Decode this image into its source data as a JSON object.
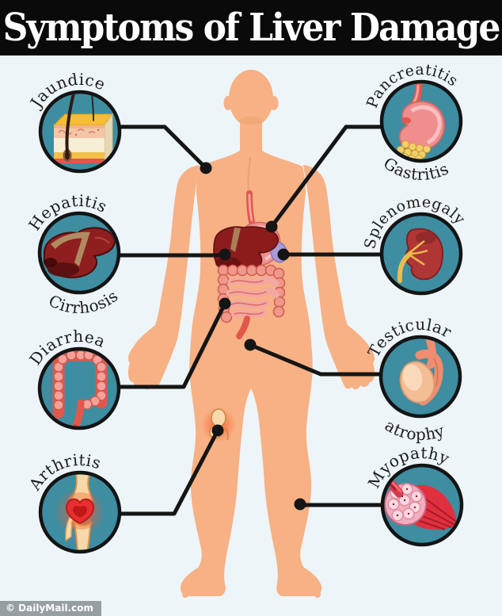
{
  "header": {
    "title": "Symptoms of Liver Damage"
  },
  "footer": {
    "watermark": "© DailyMail.com"
  },
  "colors": {
    "background": "#edf5f9",
    "banner": "#0a0a0a",
    "circle_fill": "#3e8da1",
    "circle_border": "#141414",
    "connector": "#151515",
    "skin": "#f7b184",
    "label_text": "#1b1b1b"
  },
  "callouts": {
    "left": [
      {
        "id": "jaundice",
        "label": "Jaundice",
        "icon": "skin-cross-section-icon"
      },
      {
        "id": "hepatitis-cirrhosis",
        "label": "Hepatitis",
        "label_bottom": "Cirrhosis",
        "icon": "liver-icon"
      },
      {
        "id": "diarrhea",
        "label": "Diarrhea",
        "icon": "large-intestine-icon"
      },
      {
        "id": "arthritis",
        "label": "Arthritis",
        "icon": "inflamed-joint-icon"
      }
    ],
    "right": [
      {
        "id": "pancreatitis-gastritis",
        "label": "Pancreatitis",
        "label_bottom": "Gastritis",
        "icon": "stomach-pancreas-icon"
      },
      {
        "id": "splenomegaly",
        "label": "Splenomegaly",
        "icon": "spleen-kidney-icon"
      },
      {
        "id": "testicular-atrophy",
        "label": "Testicular",
        "label_bottom": "atrophy",
        "icon": "testicle-icon"
      },
      {
        "id": "myopathy",
        "label": "Myopathy",
        "icon": "muscle-fiber-icon"
      }
    ]
  }
}
